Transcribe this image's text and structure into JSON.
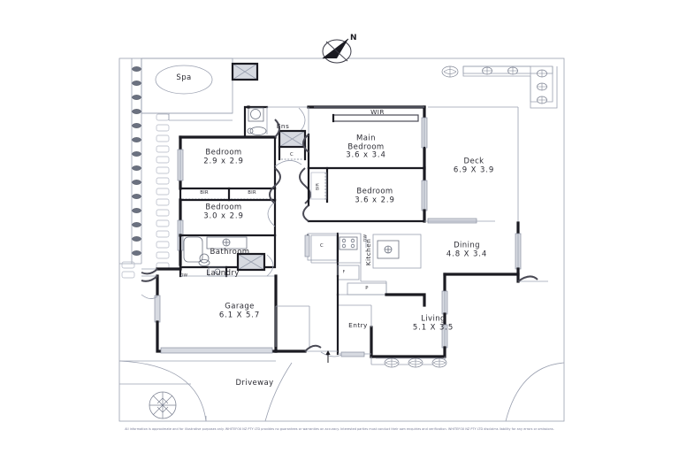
{
  "document": {
    "type": "floor-plan",
    "orientation_marker": "N",
    "compass_icon": "compass-north-icon"
  },
  "colors": {
    "wall_dark": "#1b1b22",
    "wall_mid": "#4a4a55",
    "line_light": "#9aa0b0",
    "window_fill": "#d8dbe2",
    "text": "#2b2b33",
    "disclaimer_text": "#6f7490",
    "background": "#ffffff"
  },
  "rooms": [
    {
      "key": "spa",
      "name": "Spa",
      "dim": ""
    },
    {
      "key": "ens",
      "name": "Ens",
      "dim": ""
    },
    {
      "key": "wir",
      "name": "WIR",
      "dim": ""
    },
    {
      "key": "main_bed",
      "name": "Main",
      "name2": "Bedroom",
      "dim": "3.6 x 3.4"
    },
    {
      "key": "bed_29",
      "name": "Bedroom",
      "dim": "2.9 x 2.9"
    },
    {
      "key": "bed_30",
      "name": "Bedroom",
      "dim": "3.0 x 2.9"
    },
    {
      "key": "bed_36",
      "name": "Bedroom",
      "dim": "3.6 x 2.9"
    },
    {
      "key": "deck",
      "name": "Deck",
      "dim": "6.9 X 3.9"
    },
    {
      "key": "dining",
      "name": "Dining",
      "dim": "4.8 X 3.4"
    },
    {
      "key": "living",
      "name": "Living",
      "dim": "5.1 X 3.5"
    },
    {
      "key": "bathroom",
      "name": "Bathroom",
      "dim": ""
    },
    {
      "key": "laundry",
      "name": "Laundry",
      "dim": ""
    },
    {
      "key": "garage",
      "name": "Garage",
      "dim": "6.1 X 5.7"
    },
    {
      "key": "kitchen",
      "name": "Kitchen",
      "dim": ""
    },
    {
      "key": "entry",
      "name": "Entry",
      "dim": ""
    },
    {
      "key": "driveway",
      "name": "Driveway",
      "dim": ""
    }
  ],
  "annotations": {
    "bir_left": "BIR",
    "bir_right": "BIR",
    "bir_main": "BIR",
    "cupboard_hall": "C",
    "cupboard_kitchen": "C",
    "fridge": "F",
    "pantry": "P",
    "dishwasher_kitchen": "DW",
    "dishwasher_laundry": "DW"
  },
  "disclaimer": "All information is approximate and for illustrative purposes only. WHITEFOX NZ PTY LTD provides no guarantees or warranties on accuracy. Interested parties must conduct their own enquiries and verification. WHITEFOX NZ PTY LTD disclaims liability for any errors or omissions."
}
